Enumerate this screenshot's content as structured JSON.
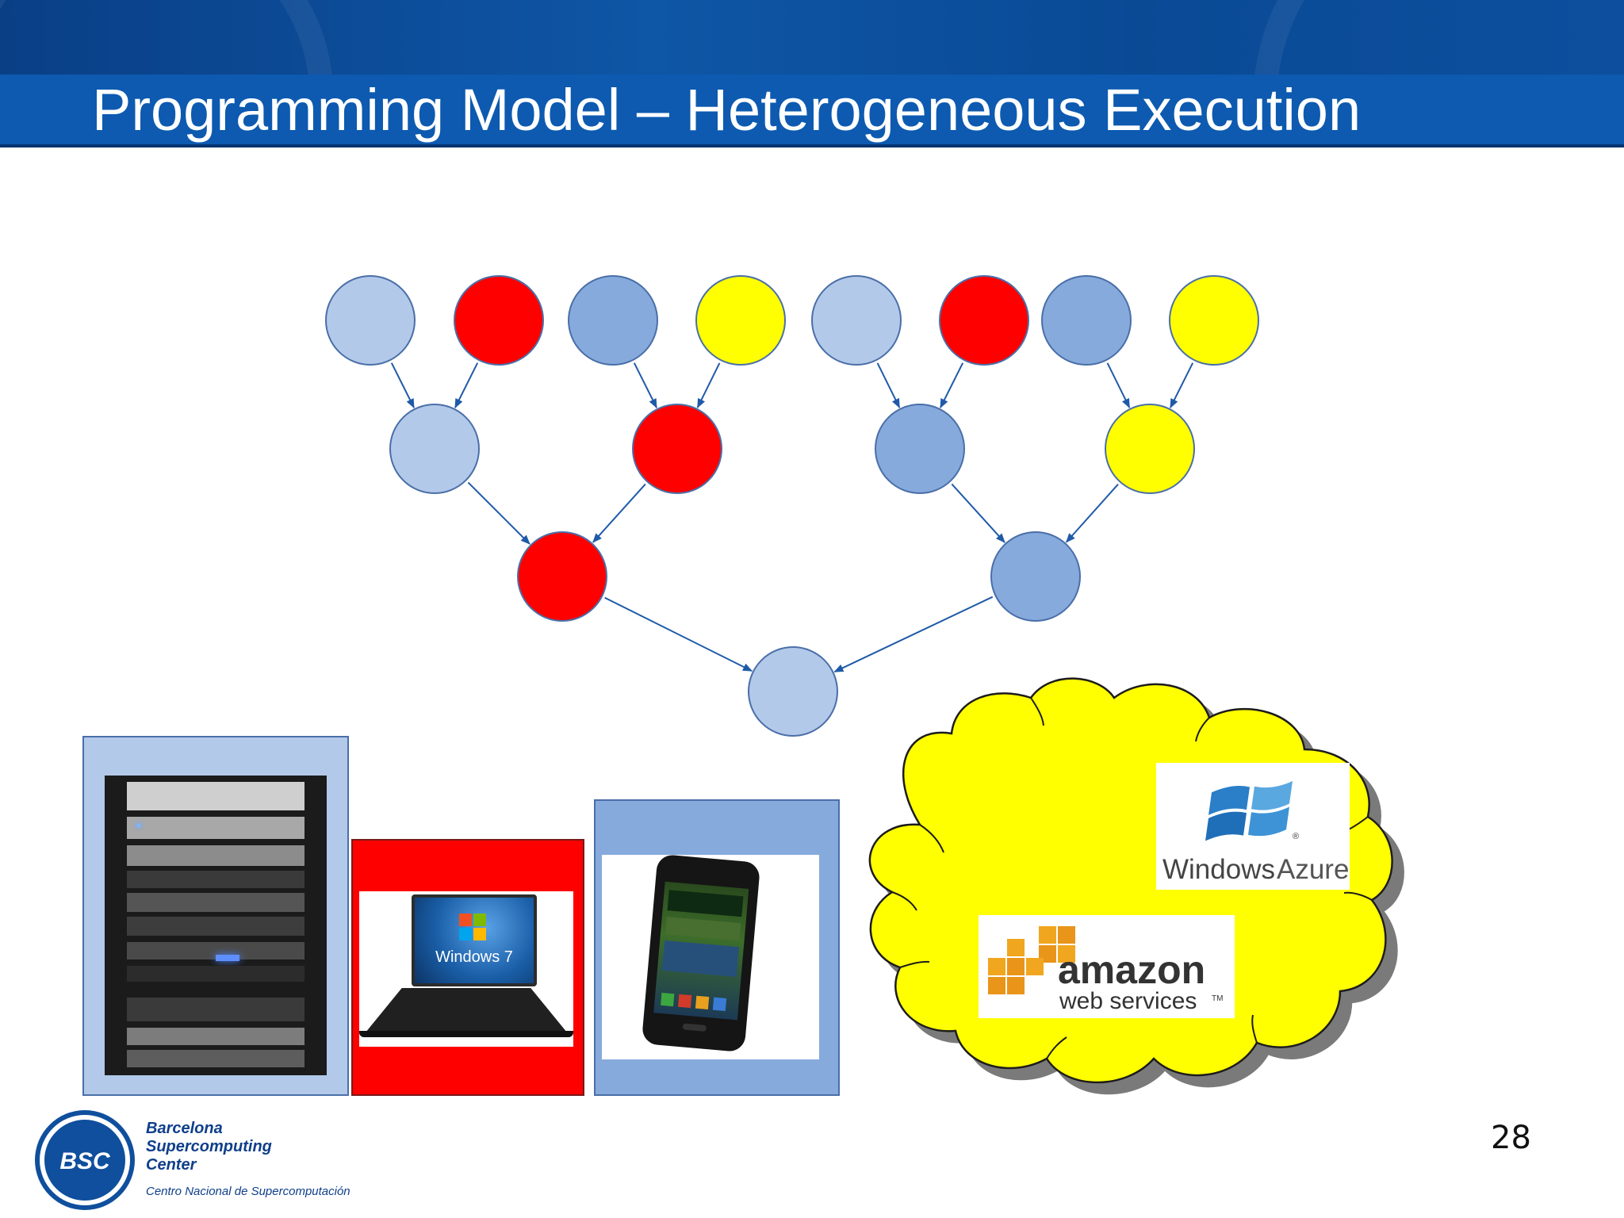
{
  "slide": {
    "title": "Programming Model – Heterogeneous Execution",
    "page_number": "28"
  },
  "colors": {
    "light_blue": "#b3c9ea",
    "mid_blue": "#86aadc",
    "red": "#ff0000",
    "yellow": "#ffff00",
    "node_stroke": "#4a6fa8",
    "arrow": "#1f5aa8"
  },
  "task_graph": {
    "nodes": [
      {
        "id": "a1",
        "color": "light_blue"
      },
      {
        "id": "a2",
        "color": "red"
      },
      {
        "id": "a3",
        "color": "mid_blue"
      },
      {
        "id": "a4",
        "color": "yellow"
      },
      {
        "id": "a5",
        "color": "light_blue"
      },
      {
        "id": "a6",
        "color": "red"
      },
      {
        "id": "a7",
        "color": "mid_blue"
      },
      {
        "id": "a8",
        "color": "yellow"
      },
      {
        "id": "b1",
        "color": "light_blue"
      },
      {
        "id": "b2",
        "color": "red"
      },
      {
        "id": "b3",
        "color": "mid_blue"
      },
      {
        "id": "b4",
        "color": "yellow"
      },
      {
        "id": "c1",
        "color": "red"
      },
      {
        "id": "c2",
        "color": "mid_blue"
      },
      {
        "id": "d1",
        "color": "light_blue"
      }
    ],
    "edges": [
      [
        "a1",
        "b1"
      ],
      [
        "a2",
        "b1"
      ],
      [
        "a3",
        "b2"
      ],
      [
        "a4",
        "b2"
      ],
      [
        "a5",
        "b3"
      ],
      [
        "a6",
        "b3"
      ],
      [
        "a7",
        "b4"
      ],
      [
        "a8",
        "b4"
      ],
      [
        "b1",
        "c1"
      ],
      [
        "b2",
        "c1"
      ],
      [
        "b3",
        "c2"
      ],
      [
        "b4",
        "c2"
      ],
      [
        "c1",
        "d1"
      ],
      [
        "c2",
        "d1"
      ]
    ]
  },
  "devices": [
    {
      "name": "server-rack",
      "frame_color": "light_blue"
    },
    {
      "name": "laptop",
      "frame_color": "red",
      "screen_text": "Windows 7"
    },
    {
      "name": "smartphone",
      "frame_color": "mid_blue"
    }
  ],
  "cloud": {
    "color": "yellow",
    "providers": [
      {
        "name": "windows-azure",
        "text_a": "Windows",
        "text_b": "Azure"
      },
      {
        "name": "amazon-web-services",
        "text_a": "amazon",
        "text_b": "web services"
      }
    ]
  },
  "logo": {
    "abbr": "BSC",
    "line1": "Barcelona",
    "line2": "Supercomputing",
    "line3": "Center",
    "subtitle": "Centro Nacional de Supercomputación"
  }
}
